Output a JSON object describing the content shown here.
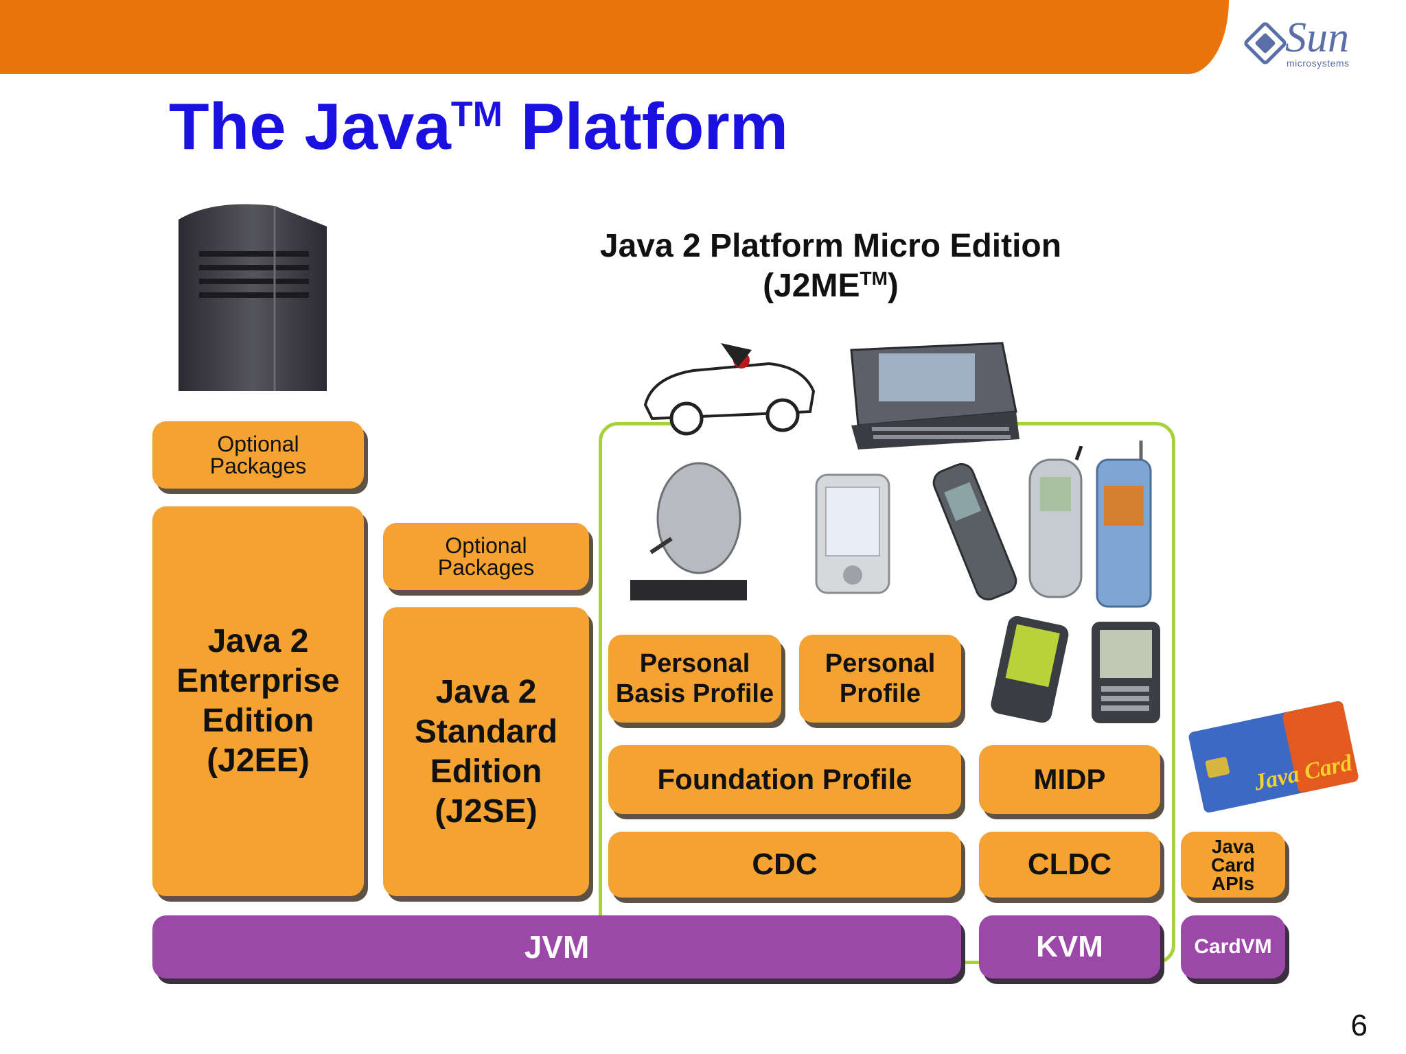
{
  "header": {
    "logo_word": "Sun",
    "logo_sub": "microsystems"
  },
  "title": {
    "main": "The Java",
    "tm": "TM",
    "rest": " Platform"
  },
  "me_title": {
    "line1": "Java 2 Platform Micro Edition",
    "line2_pre": "(J2ME",
    "line2_tm": "TM",
    "line2_post": ")"
  },
  "boxes": {
    "ee_optional": "Optional\nPackages",
    "se_optional": "Optional\nPackages",
    "j2ee": "Java 2\nEnterprise\nEdition\n(J2EE)",
    "j2se": "Java 2\nStandard\nEdition\n(J2SE)",
    "personal_basis": "Personal\nBasis Profile",
    "personal_profile": "Personal\nProfile",
    "foundation": "Foundation Profile",
    "midp": "MIDP",
    "cdc": "CDC",
    "cldc": "CLDC",
    "javacard_apis": "Java\nCard\nAPIs",
    "jvm": "JVM",
    "kvm": "KVM",
    "cardvm": "CardVM"
  },
  "card_label": "Java Card",
  "page_number": "6",
  "colors": {
    "orange_bar": "#e8760c",
    "box": "#f4a232",
    "vm": "#9b48a8",
    "title": "#1a10e0",
    "bracket": "#a6d13a"
  }
}
